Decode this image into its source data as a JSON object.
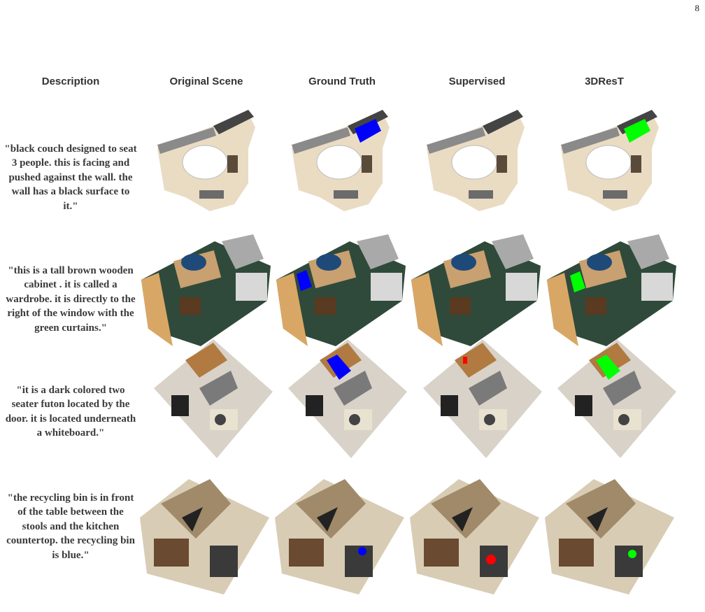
{
  "page_number": "8",
  "columns": [
    "Description",
    "Original Scene",
    "Ground Truth",
    "Supervised",
    "3DResT"
  ],
  "rows": [
    {
      "description": "\"black couch designed to seat 3 people. this is facing and pushed against the wall. the wall has a black surface to it.\""
    },
    {
      "description": "\"this is a tall brown wooden cabinet . it is called a wardrobe. it is directly to the right of the window with the green curtains.\""
    },
    {
      "description": "\"it is a dark colored two seater futon located by the door. it is located underneath a whiteboard.\""
    },
    {
      "description": "\"the recycling bin is in front of the table between the stools and the kitchen countertop. the recycling bin is blue.\""
    }
  ],
  "highlight_colors": {
    "ground_truth": "#0000ff",
    "supervised": "#ff0000",
    "3drest": "#00ff00"
  }
}
